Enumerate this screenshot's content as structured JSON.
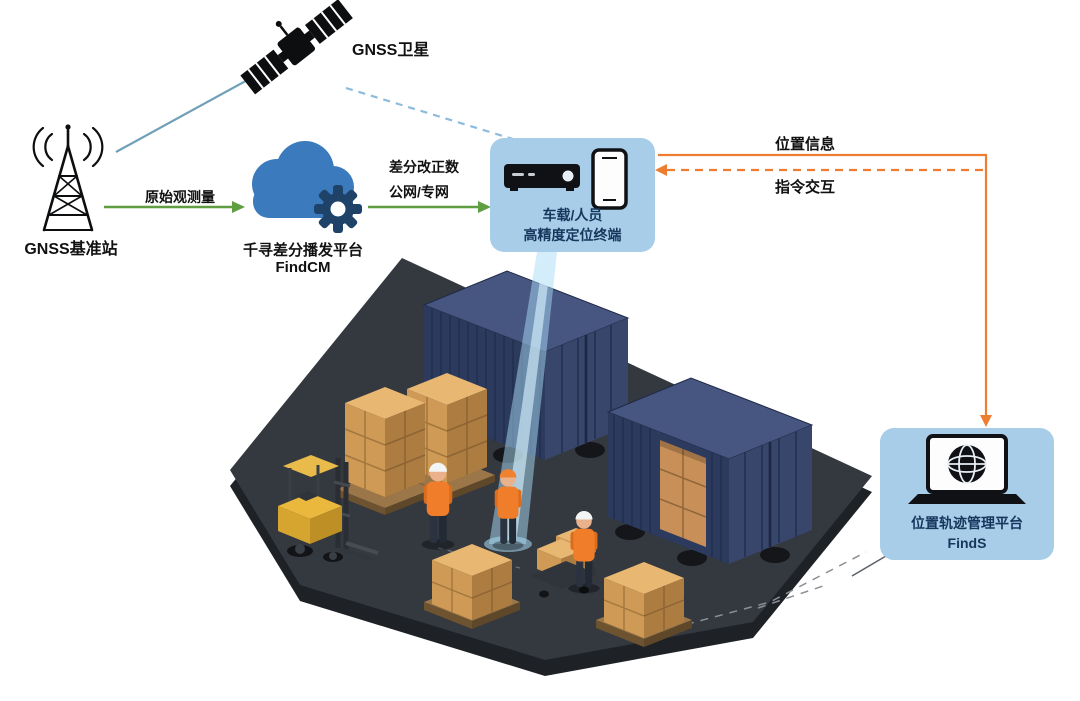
{
  "nodes": {
    "satellite": {
      "label": "GNSS卫星"
    },
    "base_station": {
      "label": "GNSS基准站"
    },
    "cloud": {
      "title": "千寻差分播发平台",
      "subtitle": "FindCM"
    },
    "terminal": {
      "line1": "车载/人员",
      "line2": "高精度定位终端"
    },
    "management": {
      "title": "位置轨迹管理平台",
      "subtitle": "FindS"
    }
  },
  "edges": {
    "raw_observation": {
      "label": "原始观测量"
    },
    "corrections": {
      "line1": "差分改正数",
      "line2": "公网/专网"
    },
    "position_info": {
      "label": "位置信息"
    },
    "command_interaction": {
      "label": "指令交互"
    }
  },
  "colors": {
    "panel_blue": "#a8cde8",
    "label_navy": "#16365c",
    "cloud_blue": "#3a7abd",
    "gear_navy": "#1f4268",
    "arrow_green": "#5f9e41",
    "arrow_orange": "#ed7d31",
    "satellite_link_solid": "#6fa0b8",
    "satellite_link_dashed": "#8cbbdc",
    "beam_blue": "#aadcf5",
    "container_navy": "#2c3a5e",
    "platform_gray": "#34383f",
    "box_tan": "#e0ac62"
  }
}
